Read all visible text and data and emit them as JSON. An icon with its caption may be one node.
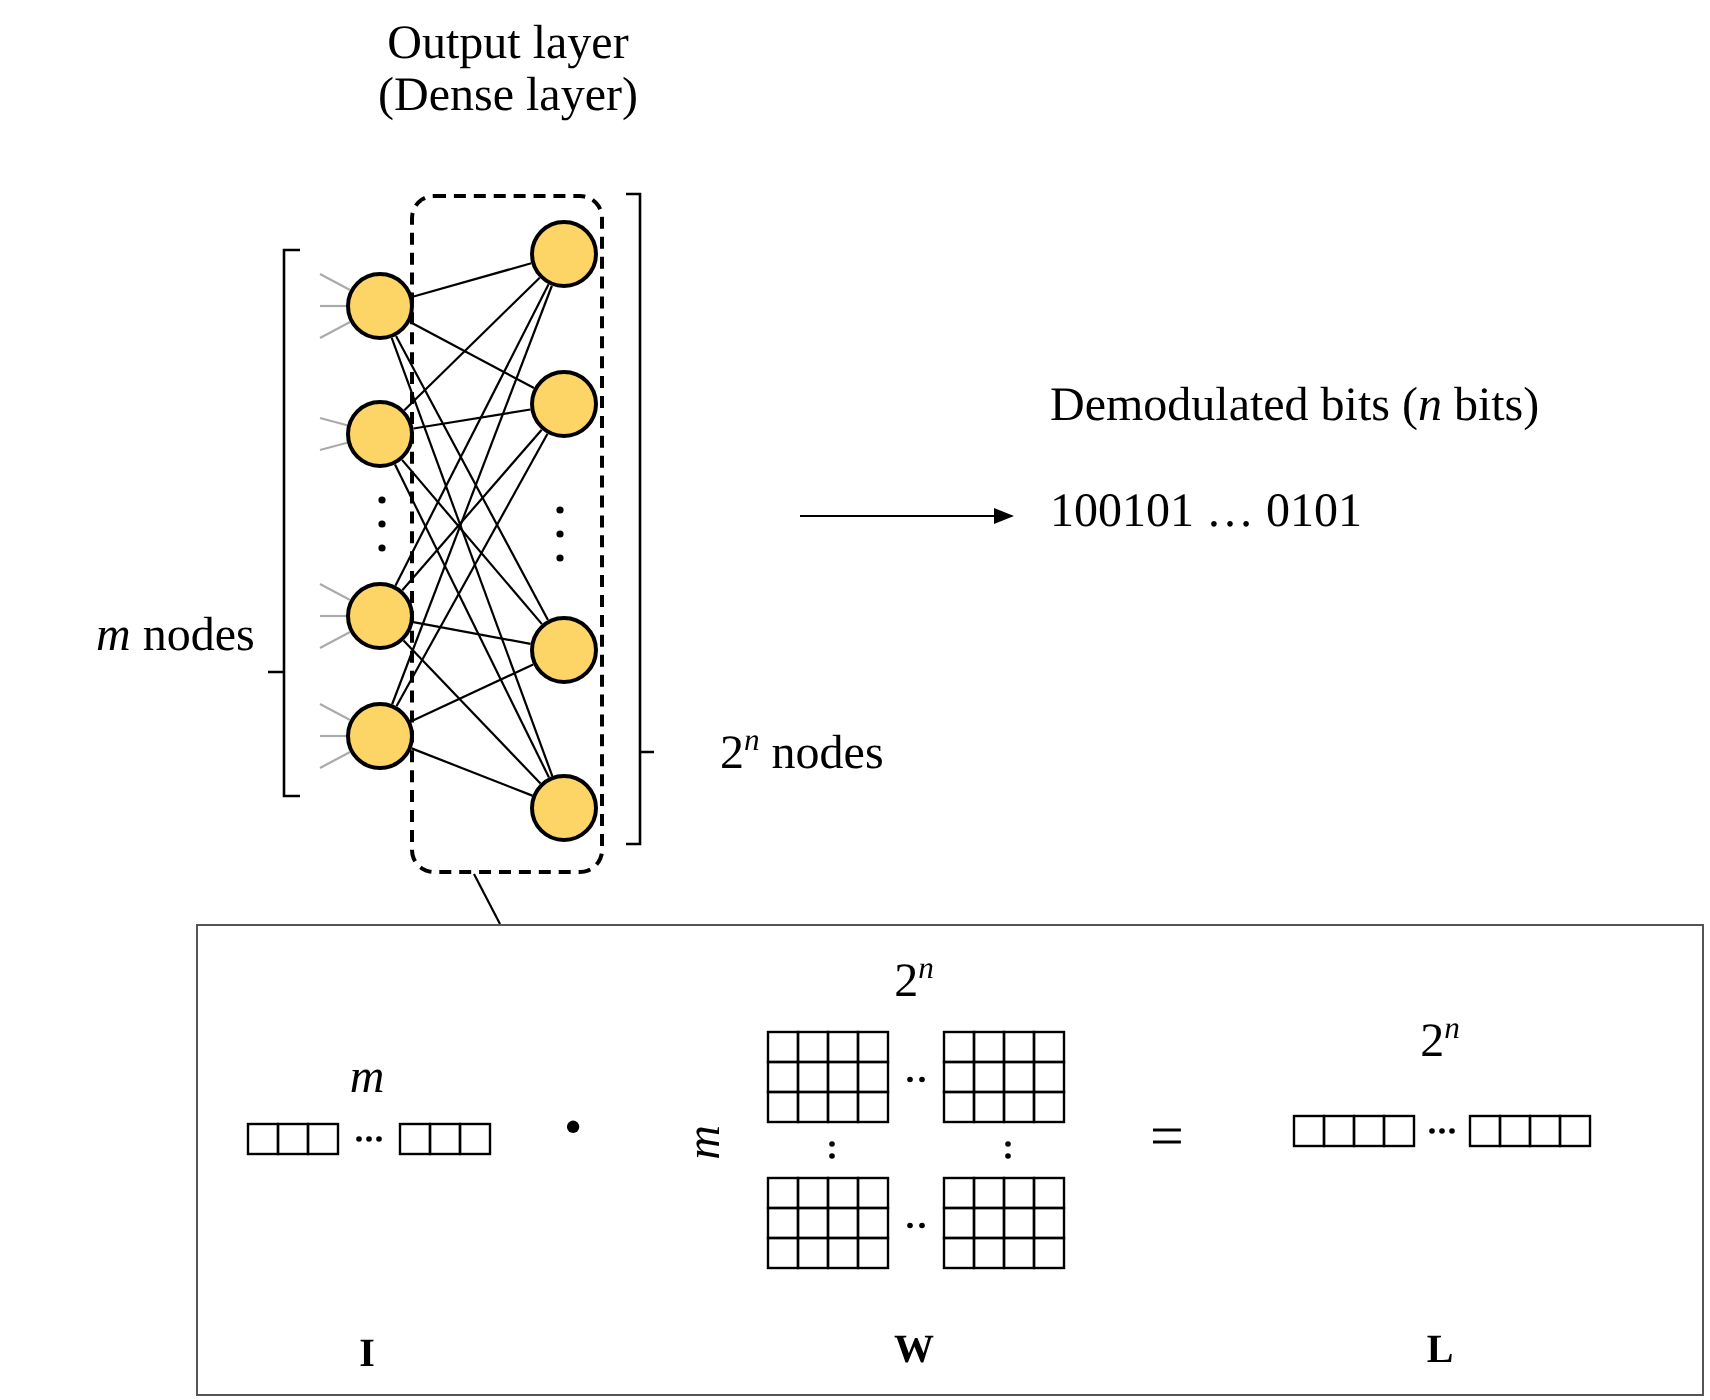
{
  "diagram": {
    "nodes": [
      {
        "text": [
          "Output layer (Dense layer)"
        ]
      },
      {
        "text": [],
        "shape": "circle"
      },
      {
        "text": [],
        "shape": "circle"
      },
      {
        "text": [],
        "shape": "circle"
      },
      {
        "text": [],
        "shape": "circle"
      },
      {
        "text": [],
        "shape": "circle",
        "in": 0
      },
      {
        "text": [],
        "shape": "circle",
        "in": 0
      },
      {
        "text": [],
        "shape": "circle",
        "in": 0
      },
      {
        "text": [],
        "shape": "circle",
        "in": 0
      },
      {
        "text": [
          "Demodulated bits (*n* bits)",
          "100101 … 0101"
        ]
      },
      {
        "text": [],
        "shape": "box"
      },
      {
        "text": [
          "m",
          "I"
        ],
        "in": 10
      },
      {
        "text": [
          "2$^{n}$",
          "m",
          "W"
        ],
        "in": 10
      },
      {
        "text": [
          "2$^{n}$",
          "L"
        ],
        "in": 10
      }
    ],
    "edges": [
      {
        "from": 1,
        "to": 5,
        "arrow": "none"
      },
      {
        "from": 1,
        "to": 6,
        "arrow": "none"
      },
      {
        "from": 1,
        "to": 7,
        "arrow": "none"
      },
      {
        "from": 1,
        "to": 8,
        "arrow": "none"
      },
      {
        "from": 2,
        "to": 5,
        "arrow": "none"
      },
      {
        "from": 2,
        "to": 6,
        "arrow": "none"
      },
      {
        "from": 2,
        "to": 7,
        "arrow": "none"
      },
      {
        "from": 2,
        "to": 8,
        "arrow": "none"
      },
      {
        "from": 3,
        "to": 5,
        "arrow": "none"
      },
      {
        "from": 3,
        "to": 6,
        "arrow": "none"
      },
      {
        "from": 3,
        "to": 7,
        "arrow": "none"
      },
      {
        "from": 3,
        "to": 8,
        "arrow": "none"
      },
      {
        "from": 4,
        "to": 5,
        "arrow": "none"
      },
      {
        "from": 4,
        "to": 6,
        "arrow": "none"
      },
      {
        "from": 4,
        "to": 7,
        "arrow": "none"
      },
      {
        "from": 4,
        "to": 8,
        "arrow": "none"
      },
      {
        "from": null,
        "to": 1,
        "arrow": "none",
        "color": "#aaaaaa"
      },
      {
        "from": null,
        "to": 1,
        "arrow": "none",
        "color": "#aaaaaa"
      },
      {
        "from": null,
        "to": 1,
        "arrow": "none",
        "color": "#aaaaaa"
      },
      {
        "from": null,
        "to": 2,
        "arrow": "none",
        "color": "#aaaaaa"
      },
      {
        "from": null,
        "to": 2,
        "arrow": "none",
        "color": "#aaaaaa"
      },
      {
        "from": null,
        "to": 3,
        "arrow": "none",
        "color": "#aaaaaa"
      },
      {
        "from": null,
        "to": 3,
        "arrow": "none",
        "color": "#aaaaaa"
      },
      {
        "from": null,
        "to": 3,
        "arrow": "none",
        "color": "#aaaaaa"
      },
      {
        "from": null,
        "to": 4,
        "arrow": "none",
        "color": "#aaaaaa"
      },
      {
        "from": null,
        "to": 4,
        "arrow": "none",
        "color": "#aaaaaa"
      },
      {
        "from": null,
        "to": 4,
        "arrow": "none",
        "color": "#aaaaaa"
      },
      {
        "from": null,
        "to": 9,
        "arrow": "to"
      },
      {
        "from": 0,
        "to": 10,
        "arrow": "none"
      }
    ],
    "labels": [
      "*m* nodes",
      "2$^{n}$ nodes",
      "•",
      "="
    ]
  }
}
